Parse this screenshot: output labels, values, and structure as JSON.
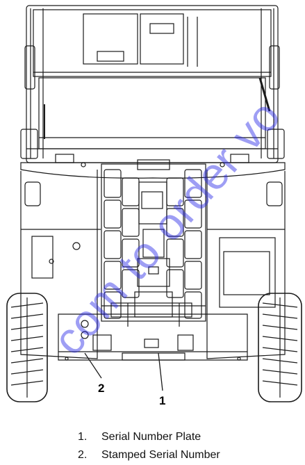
{
  "callouts": {
    "c1": "1",
    "c2": "2"
  },
  "legend": [
    {
      "num": "1.",
      "label": "Serial Number Plate"
    },
    {
      "num": "2.",
      "label": "Stamped Serial Number"
    }
  ],
  "watermark": "com to order vo",
  "colors": {
    "line": "#1a1a1a",
    "watermark": "#2828e6"
  }
}
